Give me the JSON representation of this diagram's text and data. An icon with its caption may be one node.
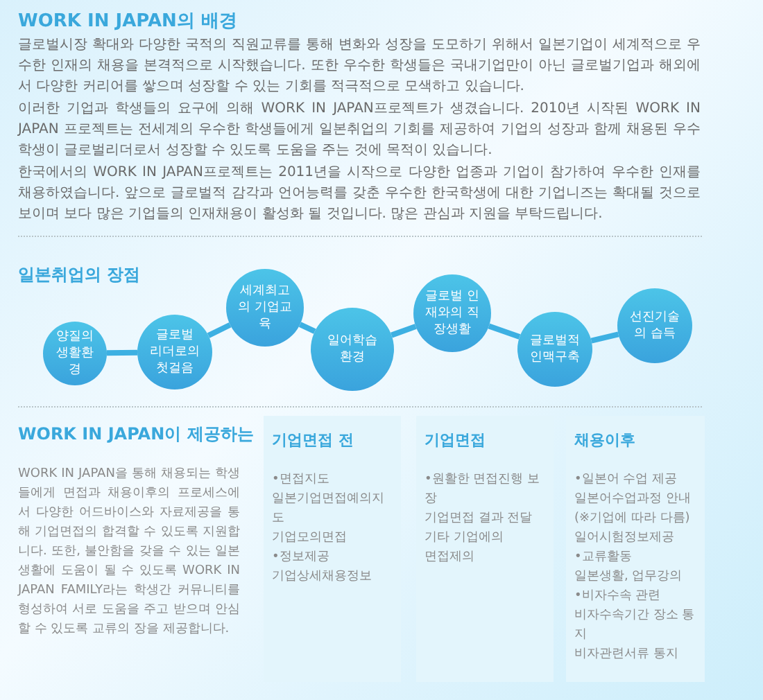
{
  "diagram": {
    "title": "WORK IN JAPAN의 배경",
    "nodes": [
      {
        "text": [
          "양질의 생활환경"
        ]
      },
      {
        "text": [
          "글로벌 리더로의 첫걸음"
        ]
      },
      {
        "text": [
          "세계최고의 기업교육"
        ]
      },
      {
        "text": [
          "일어학습 환경"
        ]
      },
      {
        "text": [
          "글로벌 인재와의 직장생활"
        ]
      },
      {
        "text": [
          "글로벌적 인맥구축"
        ]
      },
      {
        "text": [
          "선진기술의 습득"
        ]
      },
      {
        "text": [
          "기업면접 전",
          "•면접지도",
          "일본기업면접예의지도",
          "기업모의면접",
          "•정보제공",
          "기업상세채용정보"
        ]
      },
      {
        "text": [
          "기업면접",
          "•원활한 면접진행 보장",
          "기업면접 결과 전달",
          "기타 기업에의",
          "면접제의"
        ]
      },
      {
        "text": [
          "채용이후",
          "•일본어 수업 제공",
          "일본어수업과정 안내",
          "(※기업에 따라 다름)",
          "일어시험정보제공",
          "•교류활동",
          "일본생활, 업무강의",
          "•비자수속 관련",
          "비자수속기간 장소 통지",
          "비자관련서류 통지"
        ]
      }
    ],
    "edges": [
      {
        "from": 0,
        "to": 1,
        "arrow": "none"
      },
      {
        "from": 1,
        "to": 2,
        "arrow": "none"
      },
      {
        "from": 2,
        "to": 3,
        "arrow": "none"
      },
      {
        "from": 3,
        "to": 4,
        "arrow": "none"
      },
      {
        "from": 4,
        "to": 5,
        "arrow": "none"
      },
      {
        "from": 5,
        "to": 6,
        "arrow": "none"
      }
    ],
    "labels": [
      "글로벌시장 확대와 다양한 국적의 직원교류를 통해 변화와 성장을 도모하기 위해서 일본기업이 세계적으로 우수한 인재의 채용을 본격적으로 시작했습니다. 또한 우수한 학생들은 국내기업만이 아닌 글로벌기업과 해외에서 다양한 커리어를 쌓으며 성장할 수 있는 기회를 적극적으로 모색하고 있습니다.",
      "이러한 기업과 학생들의 요구에 의해 WORK IN JAPAN프로젝트가 생겼습니다. 2010년 시작된 WORK IN JAPAN 프로젝트는 전세계의 우수한 학생들에게 일본취업의 기회를 제공하여 기업의 성장과 함께 채용된 우수학생이 글로벌리더로서 성장할 수 있도록 도움을 주는 것에 목적이 있습니다.",
      "한국에서의 WORK IN JAPAN프로젝트는 2011년을 시작으로 다양한 업종과 기업이 참가하여 우수한 인재를 채용하였습니다. 앞으로 글로벌적 감각과 언어능력를 갖춘 우수한 한국학생에 대한 기업니즈는 확대될 것으로 보이며 보다 많은 기업들의 인재채용이 활성화 될 것입니다. 많은 관심과 지원을 부탁드립니다.",
      "일본취업의 장점",
      "WORK IN JAPAN이 제공하는",
      "WORK IN JAPAN을 통해 채용되는 학생들에게 면접과 채용이후의 프로세스에서 다양한 어드바이스와 자료제공을 통해 기업면접의 합격할 수 있도록 지원합니다. 또한, 불안함을 갖을 수 있는 일본생활에 도움이 될 수 있도록 WORK IN JAPAN FAMILY라는 학생간 커뮤니티를 형성하여 서로 도움을 주고 받으며 안심할 수 있도록 교류의 장을 제공합니다."
    ]
  }
}
